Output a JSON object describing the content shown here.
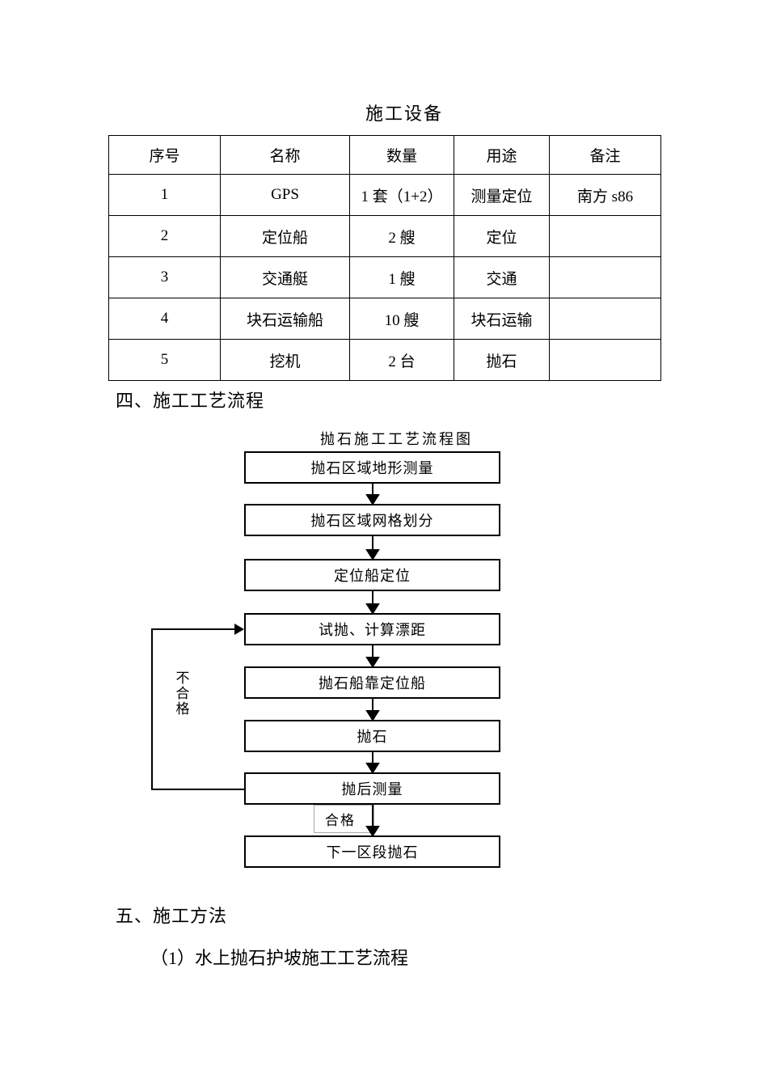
{
  "page": {
    "title": "施工设备"
  },
  "equipment_table": {
    "headers": [
      "序号",
      "名称",
      "数量",
      "用途",
      "备注"
    ],
    "rows": [
      [
        "1",
        "GPS",
        "1 套（1+2）",
        "测量定位",
        "南方 s86"
      ],
      [
        "2",
        "定位船",
        "2 艘",
        "定位",
        ""
      ],
      [
        "3",
        "交通艇",
        "1 艘",
        "交通",
        ""
      ],
      [
        "4",
        "块石运输船",
        "10 艘",
        "块石运输",
        ""
      ],
      [
        "5",
        "挖机",
        "2 台",
        "抛石",
        ""
      ]
    ]
  },
  "sections": {
    "section4_heading": "四、施工工艺流程",
    "section5_heading": "五、施工方法",
    "section5_item1": "（1）水上抛石护坡施工工艺流程"
  },
  "flowchart": {
    "title": "抛石施工工艺流程图",
    "nodes": [
      {
        "label": "抛石区域地形测量"
      },
      {
        "label": "抛石区域网格划分"
      },
      {
        "label": "定位船定位"
      },
      {
        "label": "试抛、计算漂距"
      },
      {
        "label": "抛石船靠定位船"
      },
      {
        "label": "抛石"
      },
      {
        "label": "抛后测量"
      },
      {
        "label": "下一区段抛石"
      }
    ],
    "edge_labels": {
      "fail": "不合格",
      "pass": "合格"
    }
  }
}
